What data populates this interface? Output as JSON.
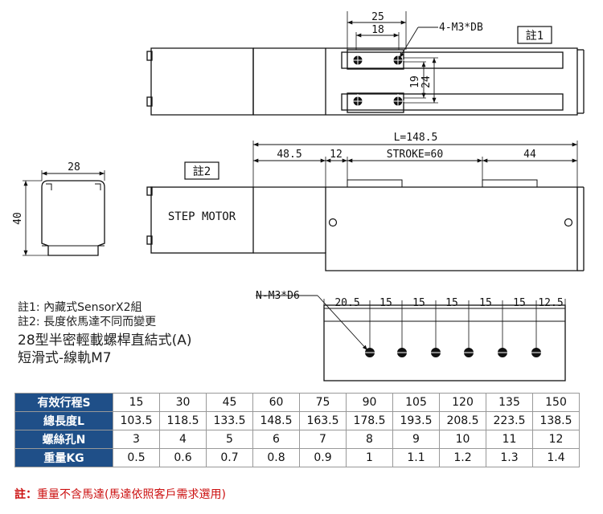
{
  "top_view": {
    "dims": [
      "25",
      "18",
      "19",
      "24"
    ],
    "hole_callout": "4-M3*DB",
    "note_box": "註1"
  },
  "side_view": {
    "total_length": "L=148.5",
    "segments": [
      "48.5",
      "12",
      "STROKE=60",
      "44"
    ],
    "note_box": "註2",
    "motor_label": "STEP MOTOR"
  },
  "end_view": {
    "width": "28",
    "height": "40"
  },
  "rail_view": {
    "hole_callout": "N-M3*D6",
    "pitches": [
      "20.5",
      "15",
      "15",
      "15",
      "15",
      "15",
      "12.5"
    ]
  },
  "notes": {
    "note1": "註1: 內藏式SensorX2組",
    "note2": "註2: 長度依馬達不同而變更",
    "title": "28型半密輕載螺桿直結式(A)",
    "subtitle": "短滑式-線軌M7"
  },
  "spec_table": {
    "rows": [
      {
        "label": "有效行程S",
        "values": [
          "15",
          "30",
          "45",
          "60",
          "75",
          "90",
          "105",
          "120",
          "135",
          "150"
        ]
      },
      {
        "label": "總長度L",
        "values": [
          "103.5",
          "118.5",
          "133.5",
          "148.5",
          "163.5",
          "178.5",
          "193.5",
          "208.5",
          "223.5",
          "138.5"
        ]
      },
      {
        "label": "螺絲孔N",
        "values": [
          "3",
          "4",
          "5",
          "6",
          "7",
          "8",
          "9",
          "10",
          "11",
          "12"
        ]
      },
      {
        "label": "重量KG",
        "values": [
          "0.5",
          "0.6",
          "0.7",
          "0.8",
          "0.9",
          "1",
          "1.1",
          "1.2",
          "1.3",
          "1.4"
        ]
      }
    ]
  },
  "footer": {
    "prefix": "註：",
    "text": "重量不含馬達(馬達依照客戶需求選用)"
  },
  "colors": {
    "table_header": "#1f4f88",
    "footer_text": "#cc1111"
  }
}
